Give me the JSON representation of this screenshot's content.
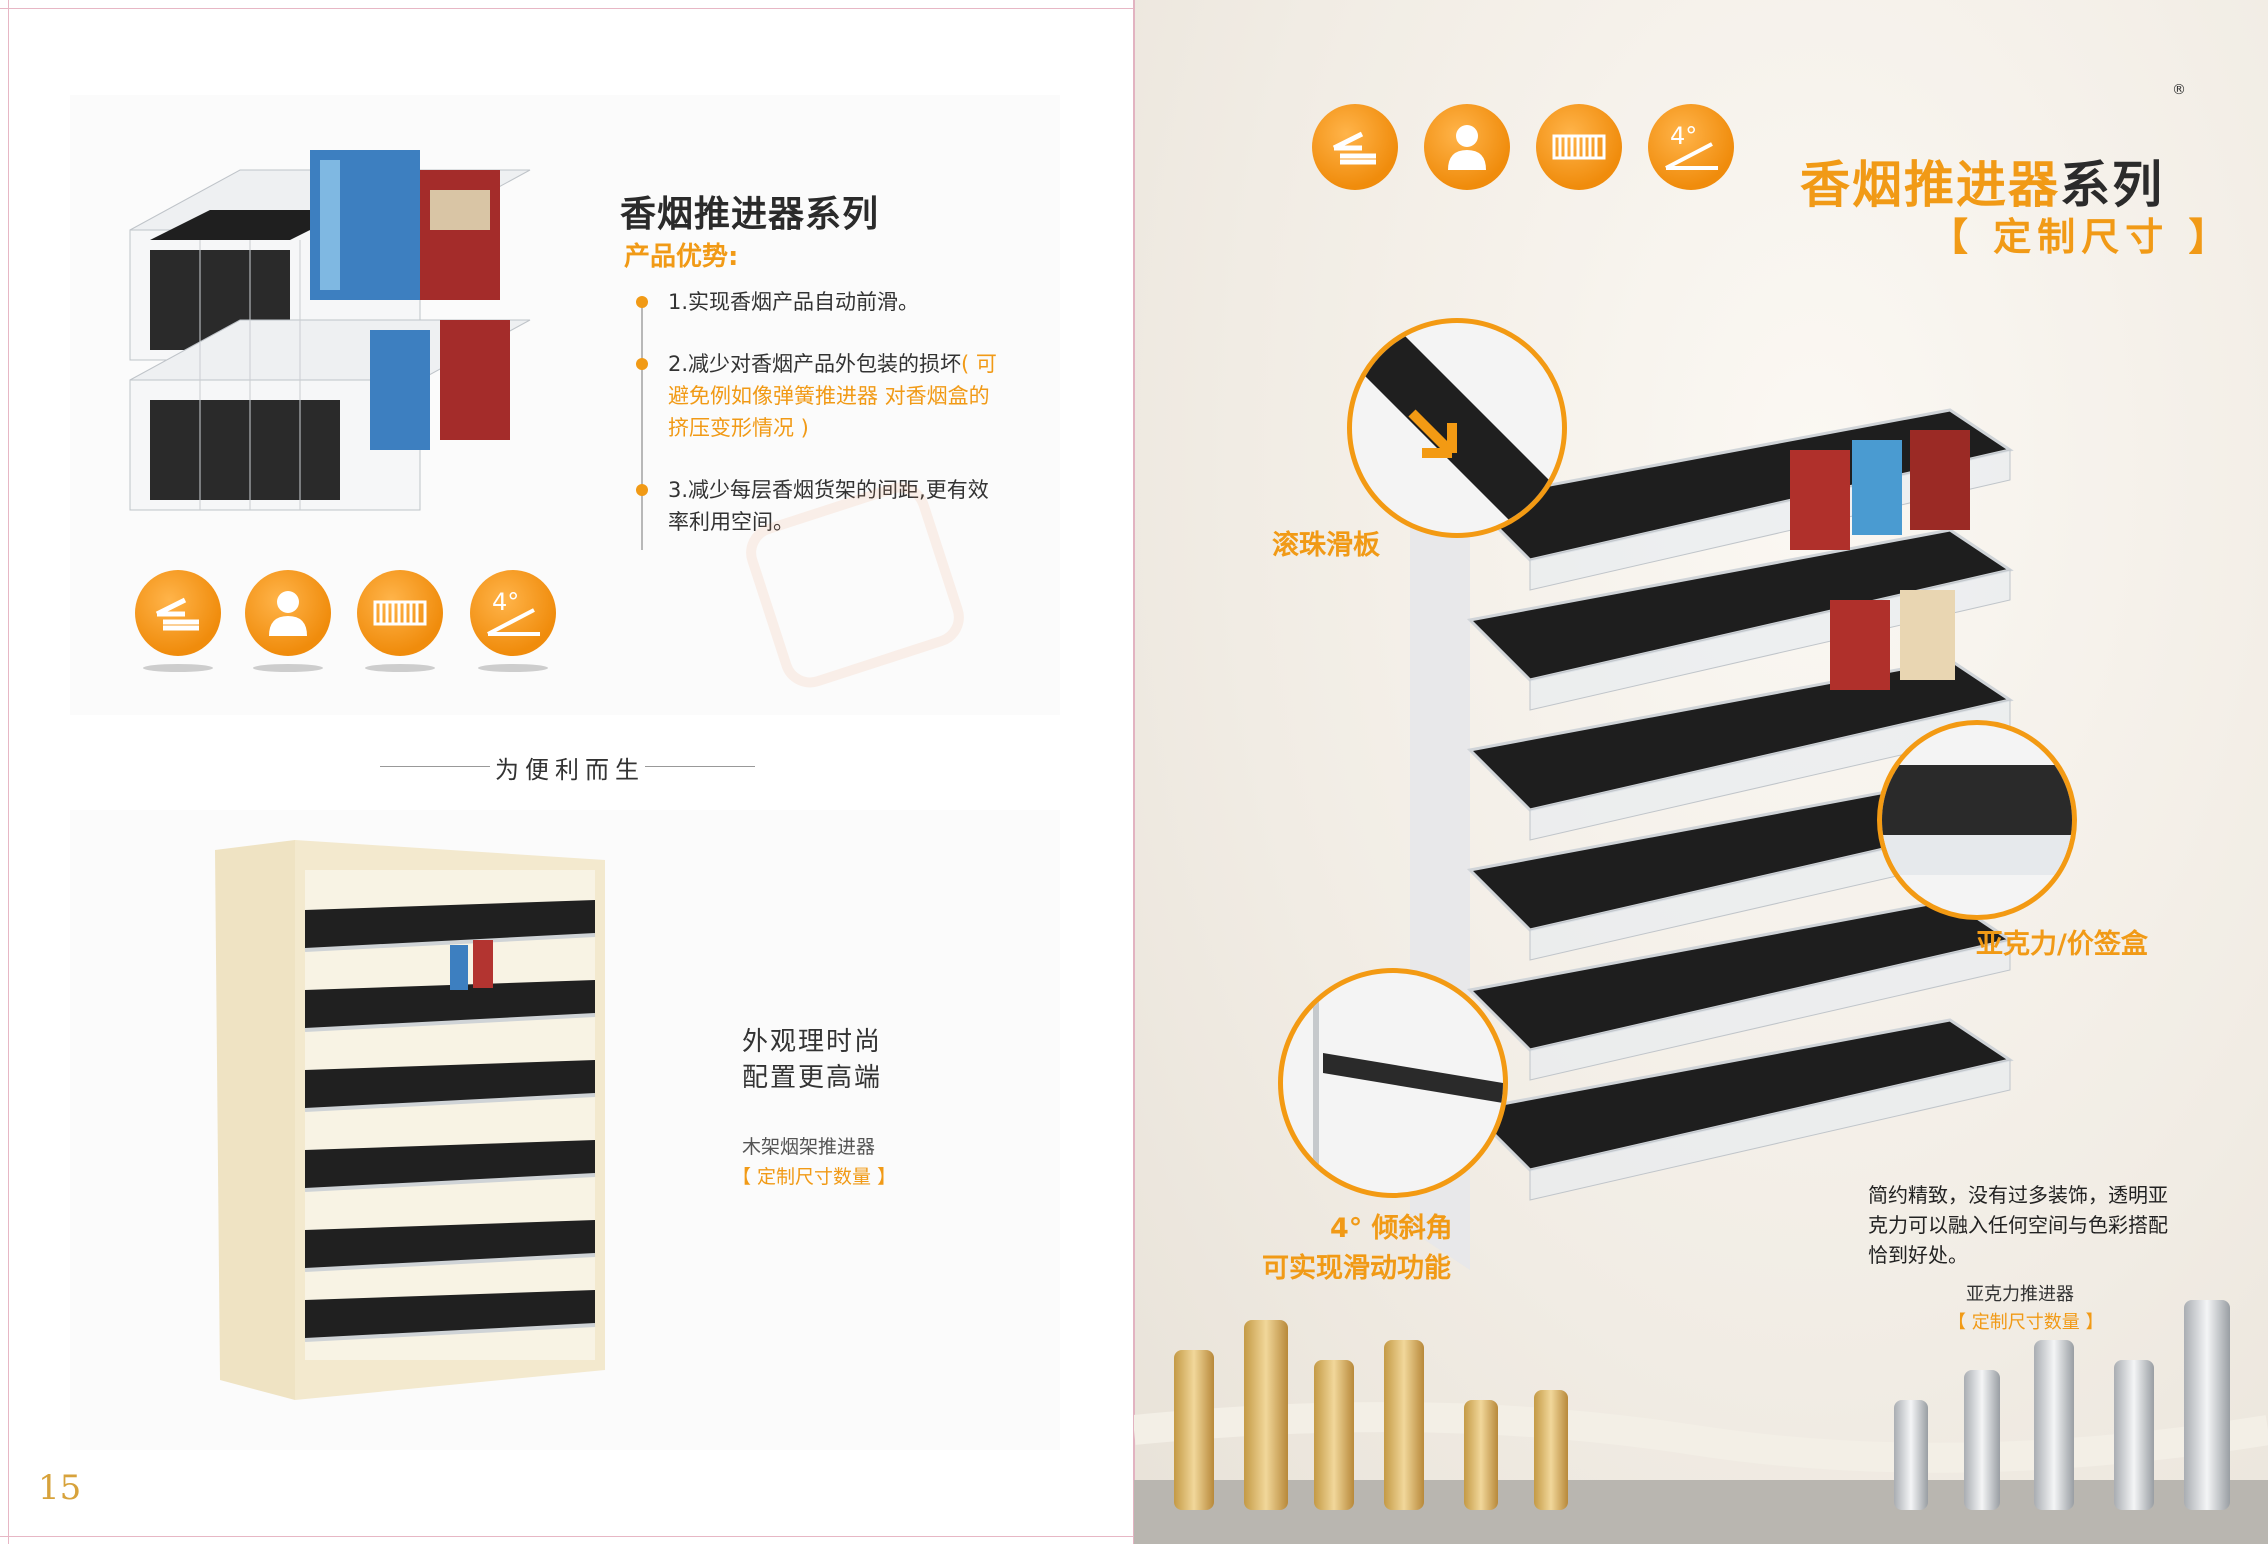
{
  "left_page": {
    "title": "香烟推进器系列",
    "subtitle": "产品优势:",
    "bullets": [
      {
        "text_a": "1.实现香烟产品自动前滑。",
        "text_b": ""
      },
      {
        "text_a": "2.减少对香烟产品外包装的损坏",
        "text_b": "( 可避免例如像弹簧推进器 对香烟盒的挤压变形情况 )"
      },
      {
        "text_a": "3.减少每层香烟货架的间距,更有效率利用空间。",
        "text_b": ""
      }
    ],
    "icons": [
      "slide-arrows-icon",
      "person-icon",
      "ruler-icon",
      "angle-4-icon"
    ],
    "icon_angle_label": "4°",
    "divider": "为便利而生",
    "wood_tag_1": "外观理时尚",
    "wood_tag_2": "配置更高端",
    "wood_name": "木架烟架推进器",
    "wood_custom": "【 定制尺寸数量 】",
    "page_number": "15"
  },
  "right_page": {
    "registered": "®",
    "title_orange": "香烟推进器",
    "title_dark": "系列",
    "subtitle": "【 定制尺寸 】",
    "icon_angle_label": "4°",
    "labels": {
      "ball_slide": "滚珠滑板",
      "acrylic_box": "亚克力/价签盒",
      "tilt_1": "4° 倾斜角",
      "tilt_2": "可实现滑动功能"
    },
    "description": "简约精致，没有过多装饰，透明亚克力可以融入任何空间与色彩搭配恰到好处。",
    "product_name": "亚克力推进器",
    "product_custom": "【 定制尺寸数量 】"
  },
  "colors": {
    "accent": "#f19a16",
    "text": "#333333",
    "spine": "#e2b3c1"
  }
}
